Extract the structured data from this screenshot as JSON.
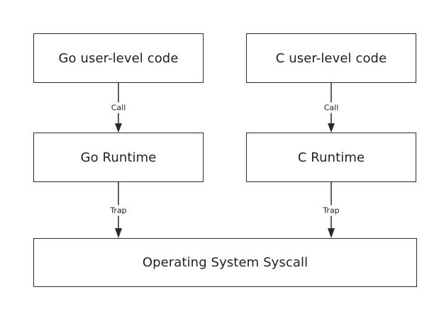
{
  "nodes": {
    "go_user_code": "Go user-level code",
    "c_user_code": "C user-level code",
    "go_runtime": "Go Runtime",
    "c_runtime": "C Runtime",
    "os_syscall": "Operating System Syscall"
  },
  "edges": {
    "go_call": "Call",
    "c_call": "Call",
    "go_trap": "Trap",
    "c_trap": "Trap"
  },
  "colors": {
    "stroke": "#2b2b2b",
    "background": "#ffffff",
    "text": "#222222"
  }
}
